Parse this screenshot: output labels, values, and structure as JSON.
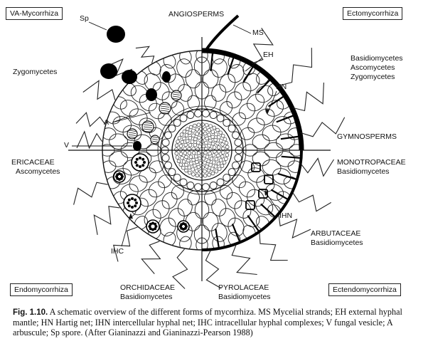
{
  "quadrant_boxes": {
    "top_left": "VA-Mycorrhiza",
    "top_right": "Ectomycorrhiza",
    "bottom_left": "Endomycorrhiza",
    "bottom_right": "Ectendomycorrhiza"
  },
  "axis_labels": {
    "top": "ANGIOSPERMS",
    "right": "GYMNOSPERMS"
  },
  "groups": {
    "zygomycetes": "Zygomycetes",
    "ecto_line1": "Basidiomycetes",
    "ecto_line2": "Ascomycetes",
    "ecto_line3": "Zygomycetes",
    "ericaceae_line1": "ERICACEAE",
    "ericaceae_line2": "Ascomycetes",
    "monotropaceae_line1": "MONOTROPACEAE",
    "monotropaceae_line2": "Basidiomycetes",
    "arbutaceae_line1": "ARBUTACEAE",
    "arbutaceae_line2": "Basidiomycetes",
    "orchidaceae_line1": "ORCHIDACEAE",
    "orchidaceae_line2": "Basidiomycetes",
    "pyrolaceae_line1": "PYROLACEAE",
    "pyrolaceae_line2": "Basidiomycetes"
  },
  "callouts": {
    "sp": "Sp",
    "ms": "MS",
    "eh": "EH",
    "hn": "HN",
    "a": "A",
    "v": "V",
    "ihn": "IHN",
    "ihc": "IHC"
  },
  "caption": {
    "label": "Fig. 1.10.",
    "text": "A schematic overview of the different forms of mycorrhiza. MS Mycelial strands; EH external hyphal mantle; HN Hartig net; IHN intercellular hyphal net; IHC intracellular hyphal complexes; V fungal vesicle; A arbuscule; Sp spore. (After Gianinazzi and Gianinazzi-Pearson 1988)"
  }
}
